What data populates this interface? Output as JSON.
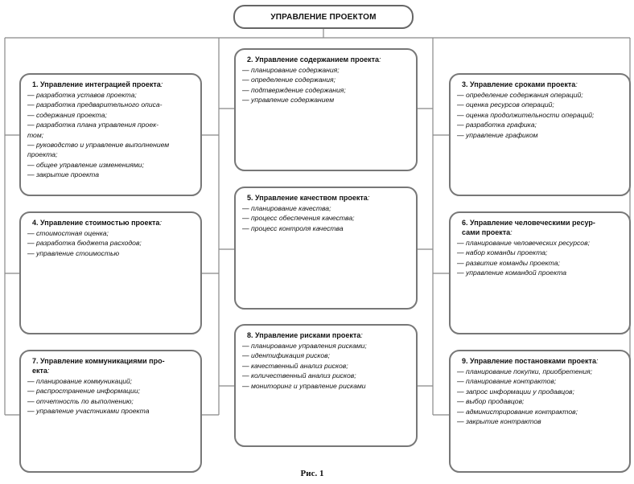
{
  "root": {
    "title": "УПРАВЛЕНИЕ ПРОЕКТОМ"
  },
  "boxes": [
    {
      "title": "1. Управление интеграцией проекта",
      "title_suffix": ":",
      "items": [
        "— разработка уставов проекта;",
        "— разработка предварительного описа-",
        "— содержания проекта;",
        "— разработка плана управления проек-",
        "том;",
        "— руководство и управление выполнением",
        "проекта;",
        "— общее управление изменениями;",
        "— закрытие проекта"
      ]
    },
    {
      "title": "2. Управление содержанием проекта",
      "title_suffix": ":",
      "items": [
        "— планирование содержания;",
        "— определение содержания;",
        "— подтверждение содержания;",
        "— управление содержанием"
      ]
    },
    {
      "title": "3. Управление сроками проекта",
      "title_suffix": ":",
      "items": [
        "— определение содержания операций;",
        "— оценка ресурсов операций;",
        "— оценка продолжительности операций;",
        "— разработка графика;",
        "— управление графиком"
      ]
    },
    {
      "title": "4. Управление стоимостью проекта",
      "title_suffix": ":",
      "items": [
        "— стоимостная оценка;",
        "— разработка бюджета расходов;",
        "— управление стоимостью"
      ]
    },
    {
      "title": "5. Управление качеством проекта",
      "title_suffix": ":",
      "items": [
        "— планирование качества;",
        "— процесс обеспечения качества;",
        "— процесс контроля качества"
      ]
    },
    {
      "title": "6. Управление человеческими ресур-",
      "title2": "сами проекта",
      "title_suffix": ":",
      "items": [
        "— планирование человеческих ресурсов;",
        "— набор команды проекта;",
        "— развитие команды проекта;",
        "— управление командой проекта"
      ]
    },
    {
      "title": "7. Управление коммуникациями про-",
      "title2": "екта",
      "title_suffix": ":",
      "items": [
        "— планирование коммуникаций;",
        "— распространение информации;",
        "— отчетность по выполнению;",
        "— управление участниками проекта"
      ]
    },
    {
      "title": "8. Управление рисками проекта",
      "title_suffix": ":",
      "items": [
        "— планирование управления рисками;",
        "— идентификация рисков;",
        "— качественный анализ рисков;",
        "— количественный анализ рисков;",
        "— мониторинг и управление рисками"
      ]
    },
    {
      "title": "9. Управление постановками проекта",
      "title_suffix": ":",
      "items": [
        "— планирование покупки, приобретения;",
        "— планирование контрактов;",
        "— запрос информации у продавцов;",
        "— выбор продавцов;",
        "— администрирование контрактов;",
        "— закрытие контрактов"
      ]
    }
  ],
  "caption": "Рис. 1"
}
